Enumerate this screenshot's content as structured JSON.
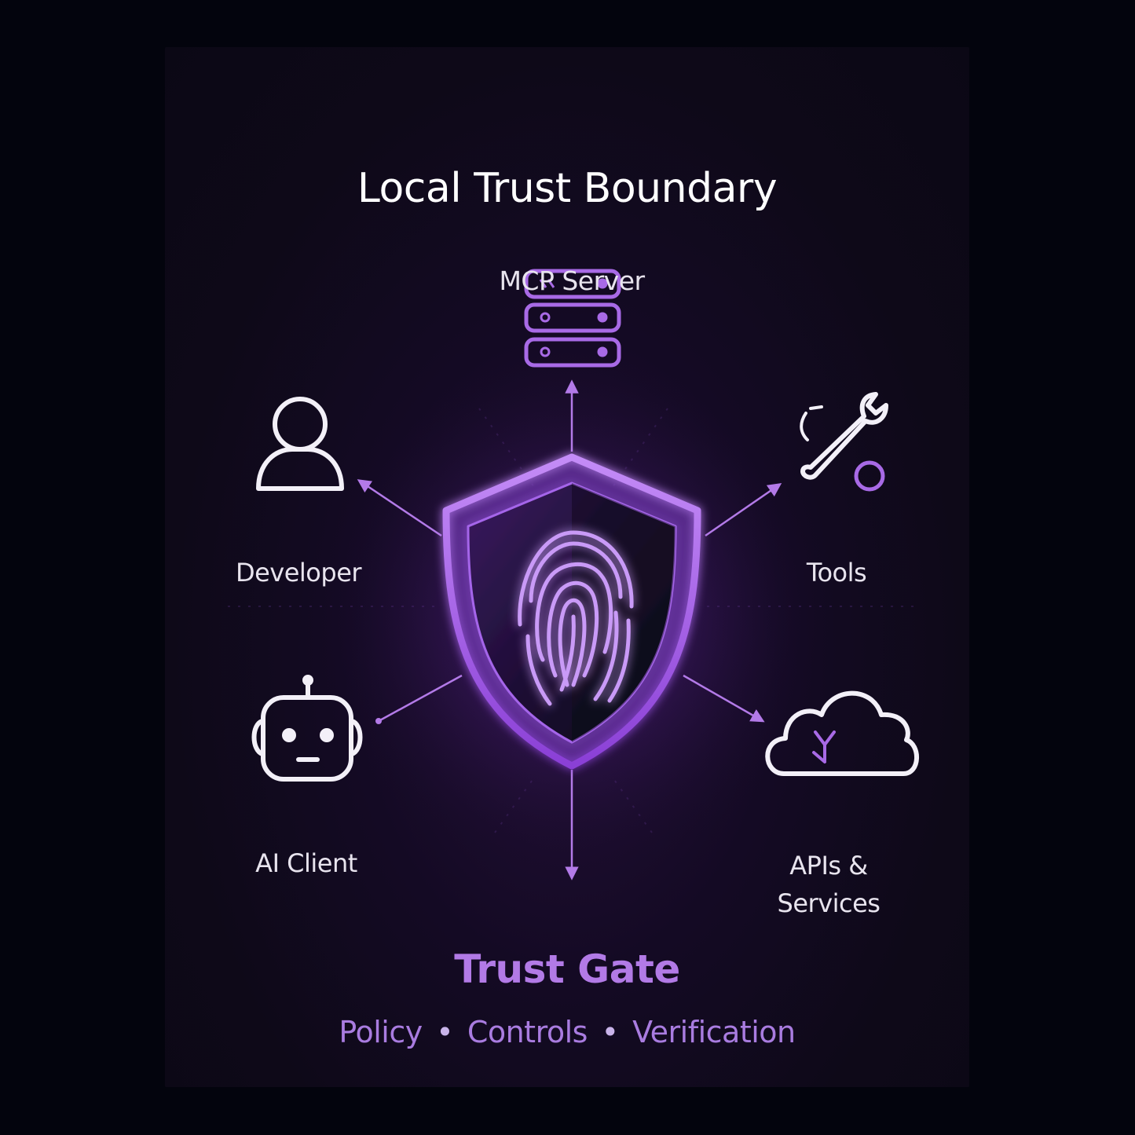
{
  "title": "Local Trust Boundary",
  "nodes": {
    "mcp_server": "MCP Server",
    "developer": "Developer",
    "tools": "Tools",
    "ai_client": "AI Client",
    "apis_services": "APIs & Services"
  },
  "gate": {
    "title": "Trust Gate",
    "items": [
      "Policy",
      "Controls",
      "Verification"
    ],
    "separator": "•"
  },
  "colors": {
    "background": "#03040d",
    "panel": "#140a24",
    "accent": "#9d52e6",
    "accent_light": "#c28af5",
    "text": "#ffffff"
  },
  "icons": [
    "server-icon",
    "user-icon",
    "wrench-icon",
    "robot-icon",
    "cloud-icon",
    "shield-icon",
    "fingerprint-icon"
  ]
}
